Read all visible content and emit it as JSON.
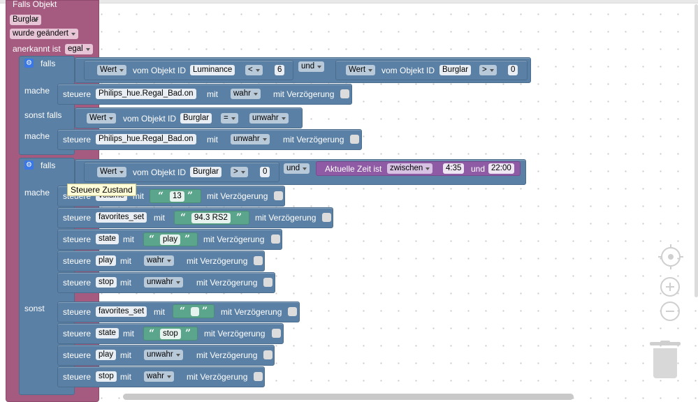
{
  "trigger": {
    "header": "Falls Objekt",
    "object": "Burglar",
    "event": "wurde geändert",
    "ack_label": "anerkannt ist",
    "ack_value": "egal"
  },
  "if1": {
    "falls": "falls",
    "cond1": {
      "attr": "Wert",
      "from_label": "vom Objekt ID",
      "object": "Luminance",
      "op": "<",
      "value": "6"
    },
    "join": "und",
    "cond2": {
      "attr": "Wert",
      "from_label": "vom Objekt ID",
      "object": "Burglar",
      "op": ">",
      "value": "0"
    },
    "mache": "mache",
    "do1": {
      "verb": "steuere",
      "object": "Philips_hue.Regal_Bad.on",
      "with": "mit",
      "value": "wahr",
      "delay": "mit Verzögerung"
    },
    "sonst_falls": "sonst falls",
    "cond3": {
      "attr": "Wert",
      "from_label": "vom Objekt ID",
      "object": "Burglar",
      "op": "=",
      "value": "unwahr"
    },
    "mache2": "mache",
    "do2": {
      "verb": "steuere",
      "object": "Philips_hue.Regal_Bad.on",
      "with": "mit",
      "value": "unwahr",
      "delay": "mit Verzögerung"
    }
  },
  "if2": {
    "falls": "falls",
    "cond1": {
      "attr": "Wert",
      "from_label": "vom Objekt ID",
      "object": "Burglar",
      "op": ">",
      "value": "0"
    },
    "join": "und",
    "time": {
      "label": "Aktuelle Zeit ist",
      "mode": "zwischen",
      "from": "4:35",
      "and": "und",
      "to": "22:00"
    },
    "mache": "mache",
    "tooltip": "Steuere Zustand",
    "do_rows": [
      {
        "verb": "steuere",
        "object": "volume",
        "with": "mit",
        "value": "13",
        "delay": "mit Verzögerung"
      },
      {
        "verb": "steuere",
        "object": "favorites_set",
        "with": "mit",
        "value": "94.3 RS2",
        "delay": "mit Verzögerung"
      },
      {
        "verb": "steuere",
        "object": "state",
        "with": "mit",
        "value": "play",
        "delay": "mit Verzögerung"
      },
      {
        "verb": "steuere",
        "object": "play",
        "with": "mit",
        "value": "wahr",
        "delay": "mit Verzögerung"
      },
      {
        "verb": "steuere",
        "object": "stop",
        "with": "mit",
        "value": "unwahr",
        "delay": "mit Verzögerung"
      }
    ],
    "sonst": "sonst",
    "else_rows": [
      {
        "verb": "steuere",
        "object": "favorites_set",
        "with": "mit",
        "value": "",
        "delay": "mit Verzögerung"
      },
      {
        "verb": "steuere",
        "object": "state",
        "with": "mit",
        "value": "stop",
        "delay": "mit Verzögerung"
      },
      {
        "verb": "steuere",
        "object": "play",
        "with": "mit",
        "value": "unwahr",
        "delay": "mit Verzögerung"
      },
      {
        "verb": "steuere",
        "object": "stop",
        "with": "mit",
        "value": "wahr",
        "delay": "mit Verzögerung"
      }
    ]
  },
  "colors": {
    "trigger": "#a55b80",
    "logic": "#5b80a5",
    "time": "#8f5ba5",
    "text": "#5ba58c"
  },
  "icons": {
    "gear": "gear-icon",
    "open_quote": "“",
    "close_quote": "”",
    "center": "target-icon",
    "zoom_in": "plus-icon",
    "zoom_out": "minus-icon",
    "trash": "trash-icon"
  }
}
